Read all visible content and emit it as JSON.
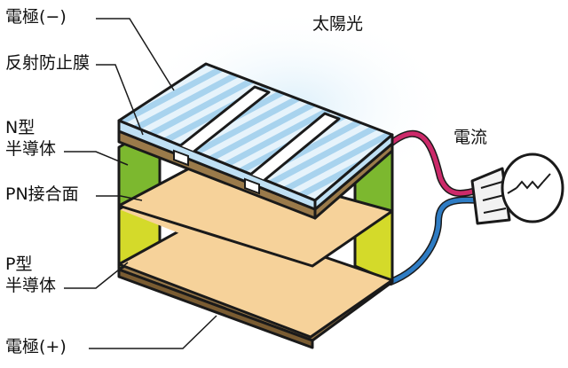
{
  "labels": {
    "electrode_negative": "電極(−)",
    "anti_reflection": "反射防止膜",
    "n_type_line1": "N型",
    "n_type_line2": "半導体",
    "pn_junction": "PN接合面",
    "p_type_line1": "P型",
    "p_type_line2": "半導体",
    "electrode_positive": "電極(+)",
    "sunlight": "太陽光",
    "current": "電流"
  },
  "icons": {
    "bulb": "light-bulb-icon"
  },
  "colors": {
    "glass_stripe": "#a8d3ee",
    "glass_light": "#e6f3fb",
    "electrode_bar": "#ffffff",
    "brown_layer": "#9a7a4a",
    "beige_layer": "#f6d29a",
    "n_type_green": "#7cb82f",
    "p_type_yellow": "#d4da2a",
    "wire_positive_side": "#cc2a6a",
    "wire_negative_side": "#2e7cc4",
    "glow": "#d9eefa"
  }
}
